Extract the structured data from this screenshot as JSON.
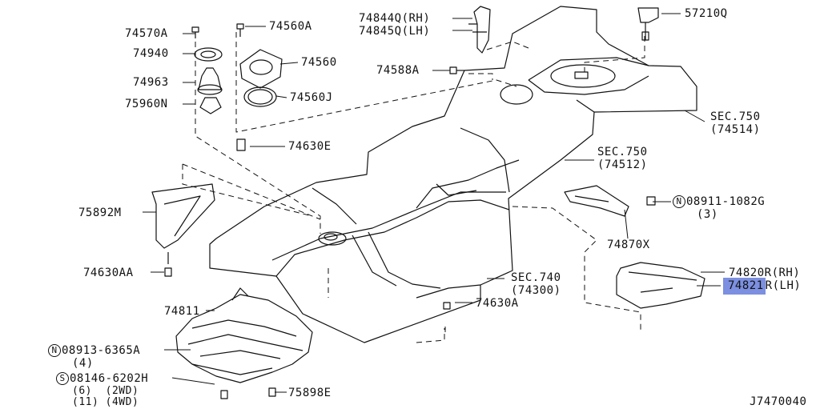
{
  "parts": {
    "p74570A": "74570A",
    "p74940": "74940",
    "p74963": "74963",
    "p75960N": "75960N",
    "p74560A": "74560A",
    "p74560": "74560",
    "p74560J": "74560J",
    "p74630E": "74630E",
    "p74844Q": "74844Q(RH)",
    "p74845Q": "74845Q(LH)",
    "p74588A": "74588A",
    "p57210Q": "57210Q",
    "sec750a": "SEC.750",
    "sec750a_ref": "(74514)",
    "sec750b": "SEC.750",
    "sec750b_ref": "(74512)",
    "p08911_sym": "N",
    "p08911": "08911-1082G",
    "p08911_qty": "(3)",
    "p74870X": "74870X",
    "p74820R": "74820R(RH)",
    "p74821_hl": "74821",
    "p74821_rest": "R(LH)",
    "p75892M": "75892M",
    "p74630AA": "74630AA",
    "sec740": "SEC.740",
    "sec740_ref": "(74300)",
    "p74630A": "74630A",
    "p74811": "74811",
    "p08913_sym": "N",
    "p08913": "08913-6365A",
    "p08913_qty": "(4)",
    "p08146_sym": "S",
    "p08146": "08146-6202H",
    "p08146_q1": "(6)  (2WD)",
    "p08146_q2": "(11) (4WD)",
    "p75898E": "75898E",
    "diagram_code": "J7470040"
  },
  "colors": {
    "highlight": "#7c8fe0",
    "line": "#111111"
  }
}
